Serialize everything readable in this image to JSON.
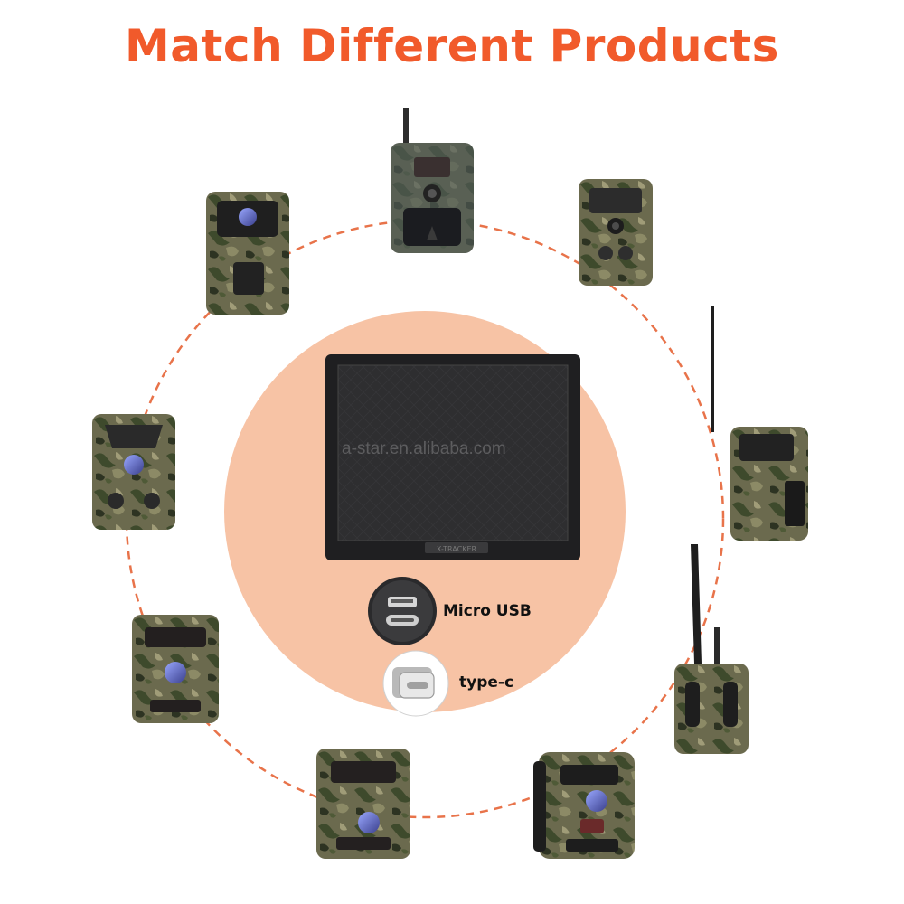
{
  "title": "Match Different Products",
  "ports": [
    {
      "label": "Micro USB",
      "icon": "usb-port-icon"
    },
    {
      "label": "type-c",
      "icon": "type-c-connector-icon"
    }
  ],
  "panel_imprint": "X-TRACKER",
  "watermark": "a-star.en.alibaba.com",
  "colors": {
    "accent": "#f15a2b",
    "circle_fill": "#f7c3a5",
    "dashed_ring": "#e8734a",
    "panel": "#2b2b2d",
    "camo_base": "#6b6a4e"
  }
}
